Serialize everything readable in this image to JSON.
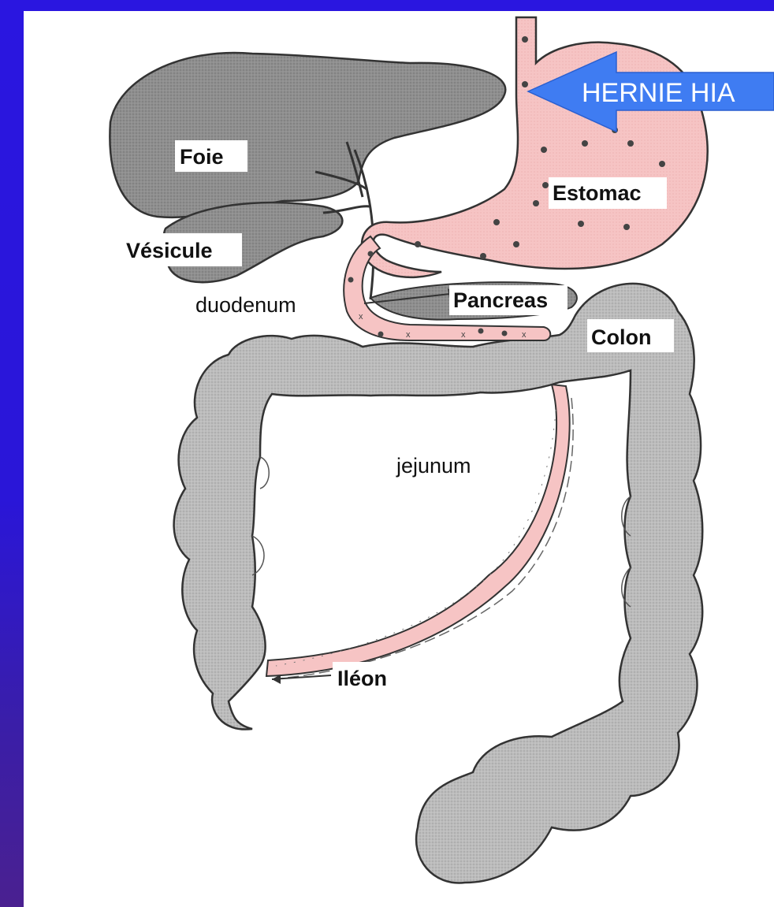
{
  "diagram": {
    "labels": {
      "liver": "Foie",
      "gallbladder": "Vésicule",
      "duodenum": "duodenum",
      "stomach": "Estomac",
      "pancreas": "Pancreas",
      "colon": "Colon",
      "jejunum": "jejunum",
      "ileum": "Iléon"
    },
    "callout": {
      "text": "HERNIE HIA",
      "color": "#3f7cf2"
    },
    "colors": {
      "background": "#2a16e0",
      "organ_gray": "#b9b9b9",
      "stomach_pink": "#f6c4c4",
      "outline": "#333333"
    }
  }
}
